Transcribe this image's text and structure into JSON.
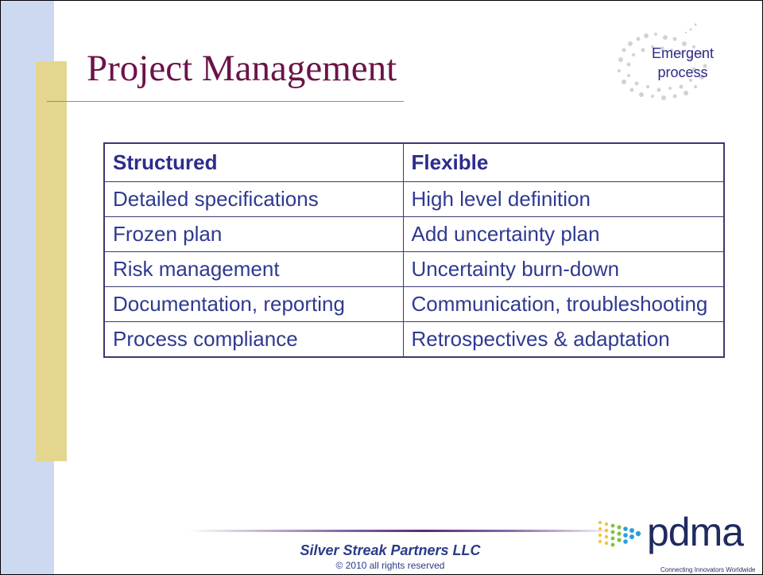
{
  "slide": {
    "title": "Project Management",
    "emergent_label": "Emergent process"
  },
  "table": {
    "headers": [
      "Structured",
      "Flexible"
    ],
    "rows": [
      [
        "Detailed specifications",
        "High level definition"
      ],
      [
        "Frozen plan",
        "Add uncertainty plan"
      ],
      [
        "Risk management",
        "Uncertainty burn-down"
      ],
      [
        "Documentation, reporting",
        "Communication, troubleshooting"
      ],
      [
        "Process compliance",
        "Retrospectives & adaptation"
      ]
    ]
  },
  "footer": {
    "company": "Silver Streak Partners LLC",
    "copyright": "© 2010 all rights reserved"
  },
  "logo": {
    "name": "pdma",
    "tagline": "Connecting Innovators Worldwide"
  },
  "colors": {
    "title": "#6b1448",
    "text": "#2f3a90",
    "side_strip": "#cdd9f0",
    "gold_bar": "#e4d68e"
  }
}
